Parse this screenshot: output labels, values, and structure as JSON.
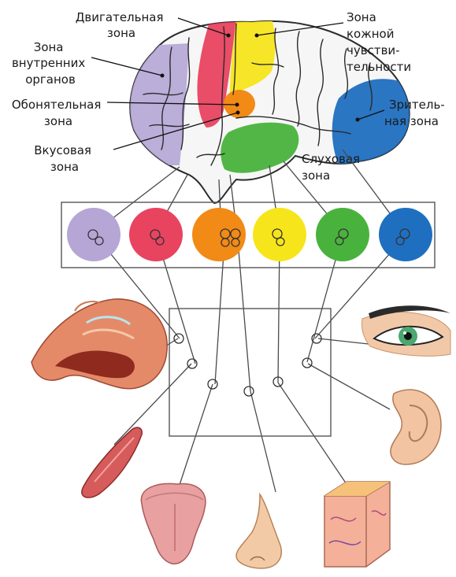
{
  "labels": {
    "motor": [
      "Двигательная",
      "зона"
    ],
    "internal": [
      "Зона",
      "внутренних",
      "органов"
    ],
    "skin": [
      "Зона",
      "кожной",
      "чувстви-",
      "тельности"
    ],
    "olfactory": [
      "Обонятельная",
      "зона"
    ],
    "visual": [
      "Зритель-",
      "ная зона"
    ],
    "taste": [
      "Вкусовая",
      "зона"
    ],
    "auditory": [
      "Слуховая",
      "зона"
    ]
  },
  "zone_colors": {
    "internal": "#b5a6d6",
    "motor": "#e8435f",
    "olfactory": "#f28a16",
    "skin": "#f7e51b",
    "auditory": "#49b23d",
    "visual": "#1f6fc0"
  },
  "organs": [
    "stomach-icon",
    "muscle-icon",
    "tongue-icon",
    "nose-icon",
    "skin-block-icon",
    "ear-icon",
    "eye-icon"
  ]
}
